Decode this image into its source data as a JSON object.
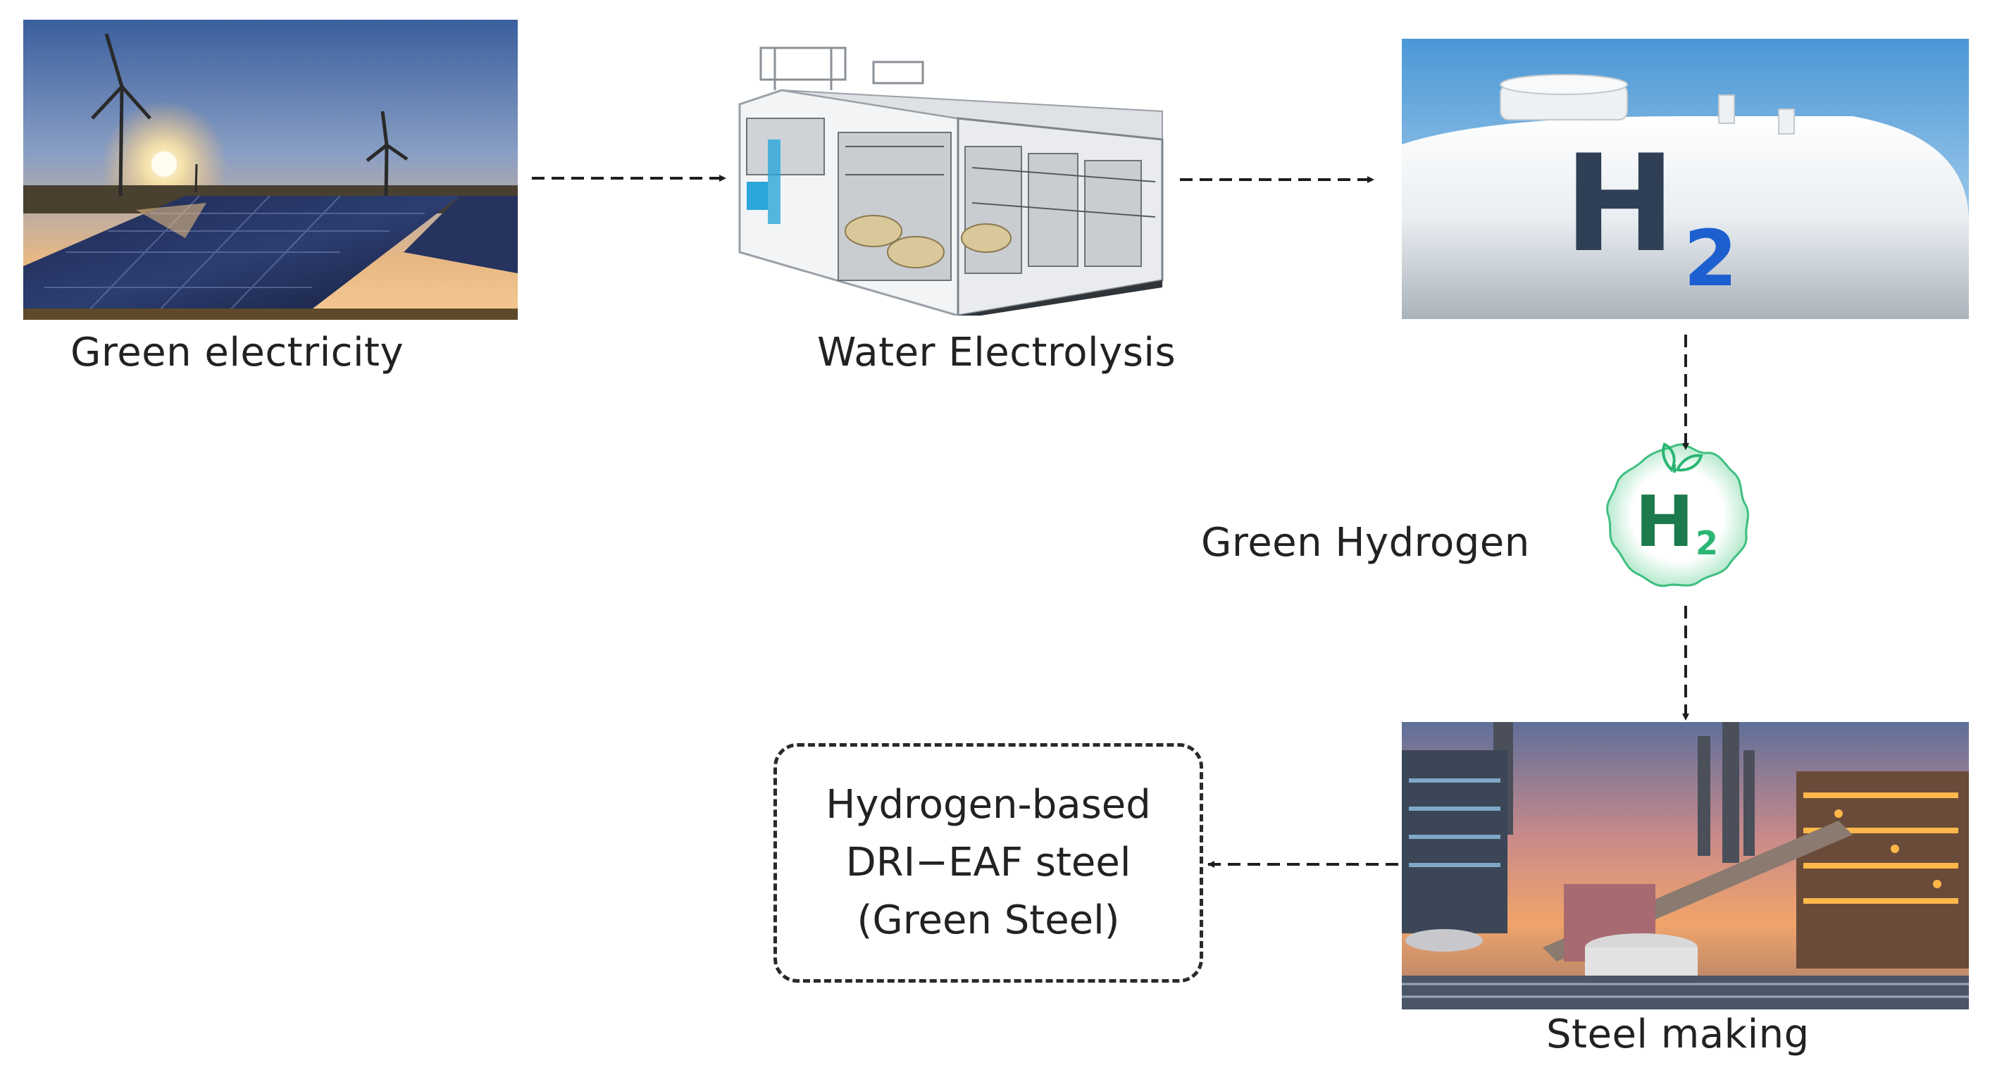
{
  "nodes": {
    "green_electricity": {
      "label": "Green electricity"
    },
    "water_electrolysis": {
      "label": "Water Electrolysis"
    },
    "hydrogen_tank": {
      "symbol_main": "H",
      "symbol_sub": "2"
    },
    "green_hydrogen": {
      "label": "Green Hydrogen",
      "symbol_main": "H",
      "symbol_sub": "2"
    },
    "steel_making": {
      "label": "Steel making"
    },
    "green_steel": {
      "lines": [
        "Hydrogen-based",
        "DRI−EAF steel",
        "(Green Steel)"
      ]
    }
  },
  "edges": [
    {
      "from": "green_electricity",
      "to": "water_electrolysis"
    },
    {
      "from": "water_electrolysis",
      "to": "hydrogen_tank"
    },
    {
      "from": "hydrogen_tank",
      "to": "green_hydrogen"
    },
    {
      "from": "green_hydrogen",
      "to": "steel_making"
    },
    {
      "from": "steel_making",
      "to": "green_steel"
    }
  ],
  "colors": {
    "arrow": "#1e1e1e",
    "badge_green": "#1d7a4c",
    "badge_sub": "#2bb673",
    "tank_h": "#2f3f55",
    "tank_sub": "#1d5fcf"
  }
}
